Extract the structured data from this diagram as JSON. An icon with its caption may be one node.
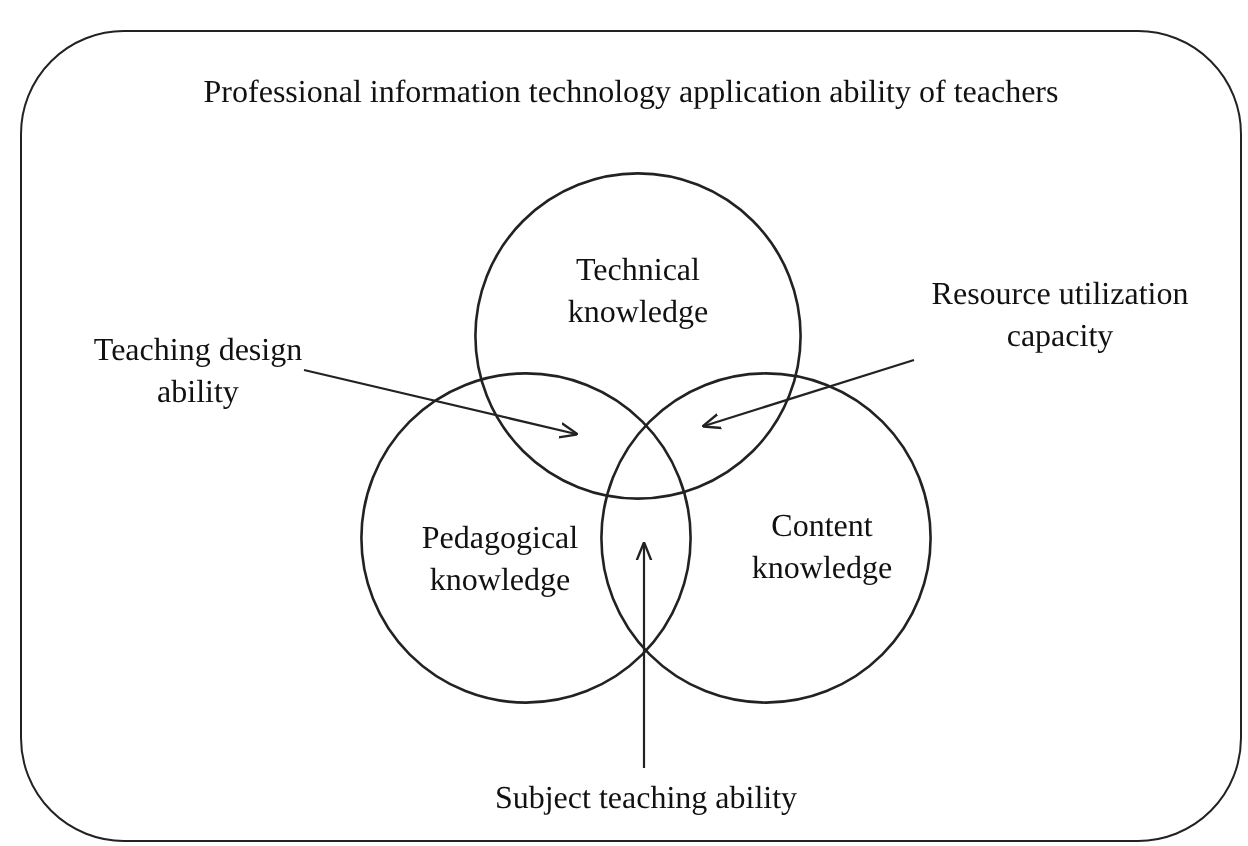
{
  "diagram": {
    "nodes": [
      {
        "text": [
          "Professional information technology application ability of teachers"
        ]
      },
      {
        "text": [
          "Technical knowledge"
        ],
        "in": 0
      },
      {
        "text": [
          "Pedagogical knowledge"
        ],
        "in": 0
      },
      {
        "text": [
          "Content knowledge"
        ],
        "in": 0
      },
      {
        "text": [
          "Teaching design ability"
        ],
        "in": 0
      },
      {
        "text": [
          "Resource utilization capacity"
        ],
        "in": 0
      },
      {
        "text": [
          "Subject teaching ability"
        ],
        "in": 0
      }
    ],
    "edges": [
      {
        "from": 4,
        "to": 1,
        "arrow": "to"
      },
      {
        "from": 5,
        "to": 1,
        "arrow": "to"
      },
      {
        "from": 6,
        "to": 2,
        "arrow": "to"
      }
    ]
  }
}
